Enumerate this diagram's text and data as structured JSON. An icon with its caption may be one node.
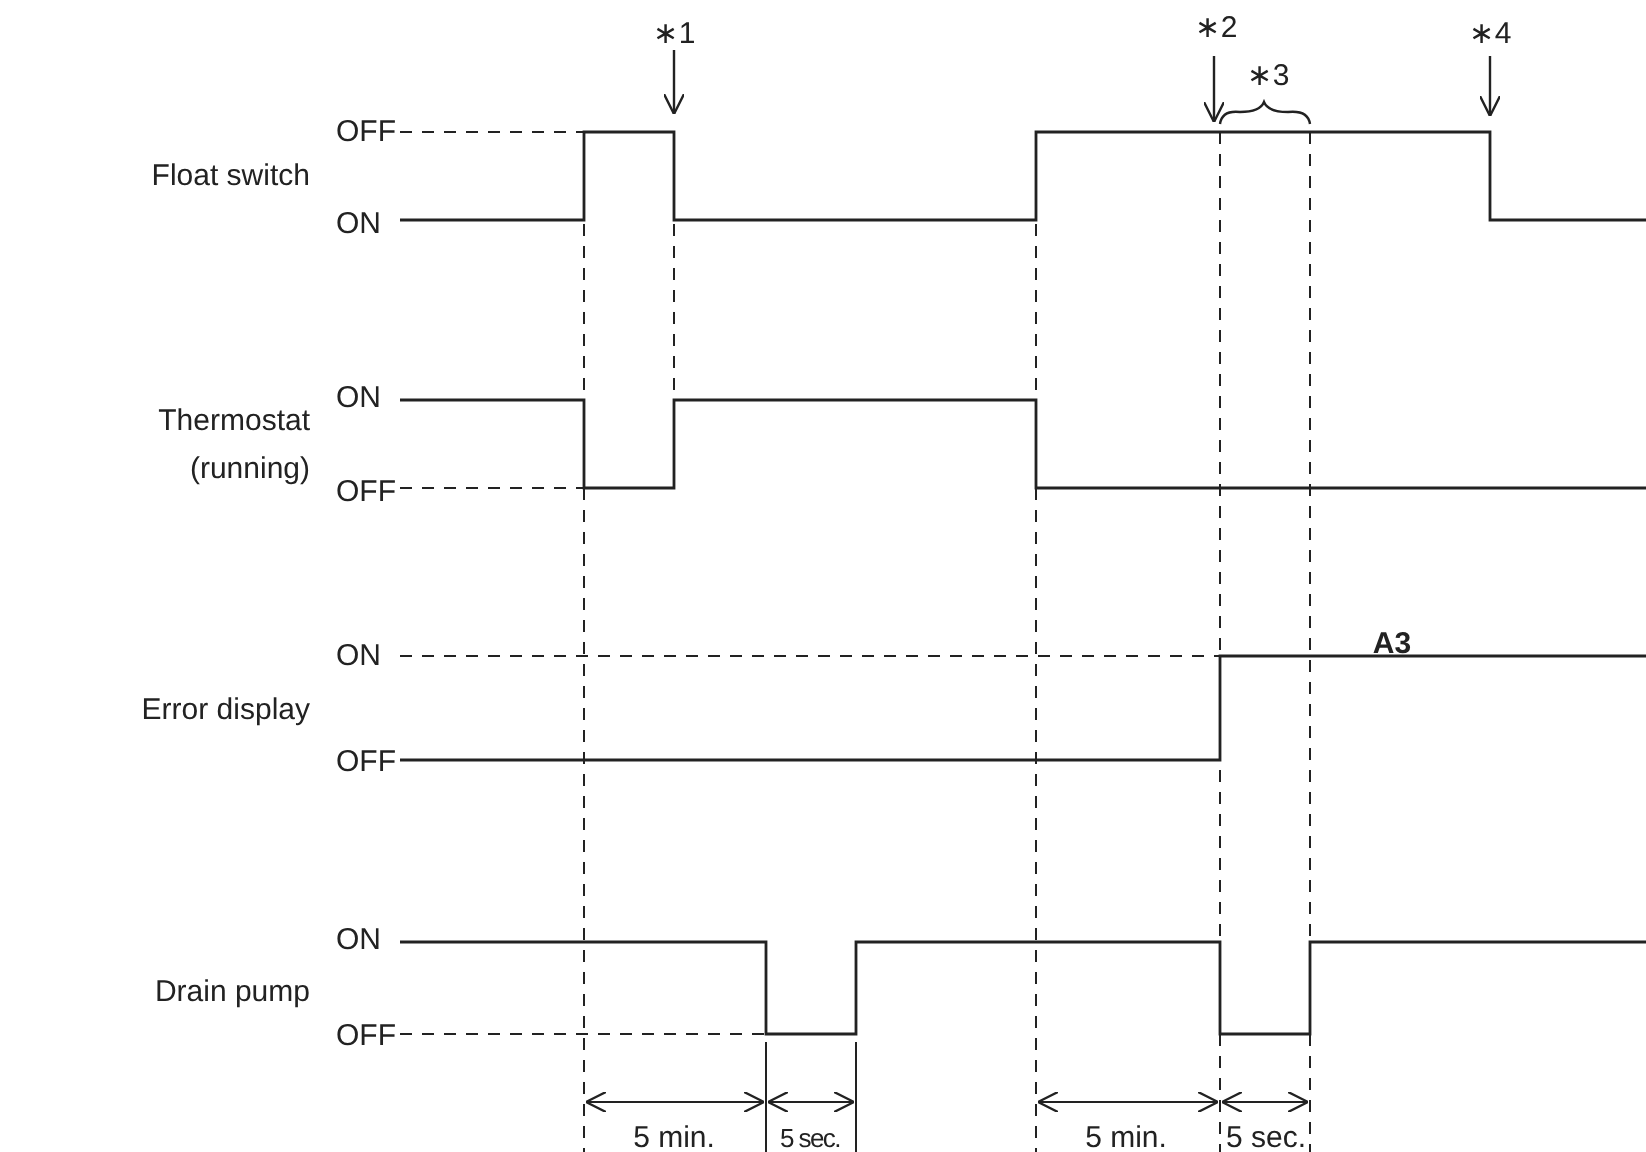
{
  "diagram": {
    "labels": [
      "∗1",
      "∗2",
      "∗4",
      "∗3",
      "OFF",
      "Float switch",
      "ON",
      "ON",
      "Thermostat (running)",
      "OFF",
      "A3",
      "ON",
      "Error display",
      "OFF",
      "ON",
      "Drain pump",
      "OFF",
      "5 min.",
      "5 sec.",
      "5 min.",
      "5 sec."
    ]
  }
}
